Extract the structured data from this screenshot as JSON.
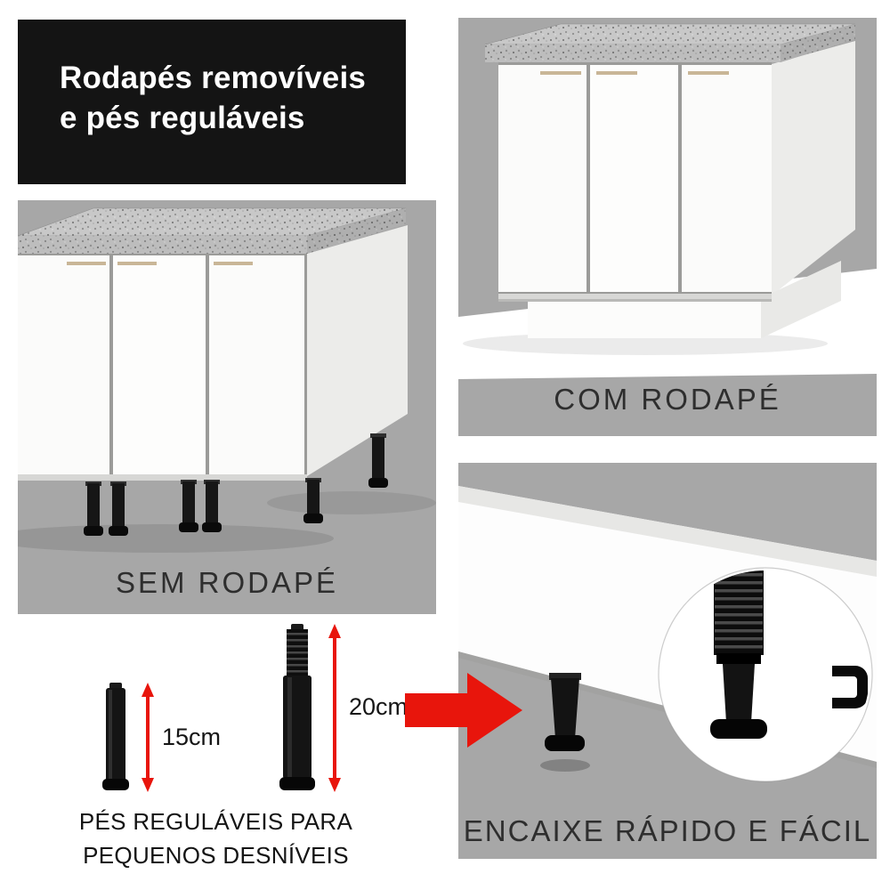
{
  "header": {
    "title_line1": "Rodapés removíveis",
    "title_line2": "e pés reguláveis"
  },
  "panels": {
    "sem_rodape": {
      "caption": "SEM RODAPÉ"
    },
    "com_rodape": {
      "caption": "COM RODAPÉ"
    },
    "encaixe": {
      "caption": "ENCAIXE RÁPIDO E FÁCIL"
    }
  },
  "feet_diagram": {
    "short_foot_label": "15cm",
    "tall_foot_label": "20cm",
    "caption_line1": "PÉS REGULÁVEIS PARA",
    "caption_line2": "PEQUENOS DESNÍVEIS"
  },
  "colors": {
    "accent_red": "#e8150c",
    "panel_gray": "#a7a7a7",
    "banner_black": "#141414",
    "foot_black": "#131313",
    "countertop_gray": "#c8c8c8",
    "cabinet_white": "#fbfbfa",
    "handle_tan": "#c9b697"
  }
}
